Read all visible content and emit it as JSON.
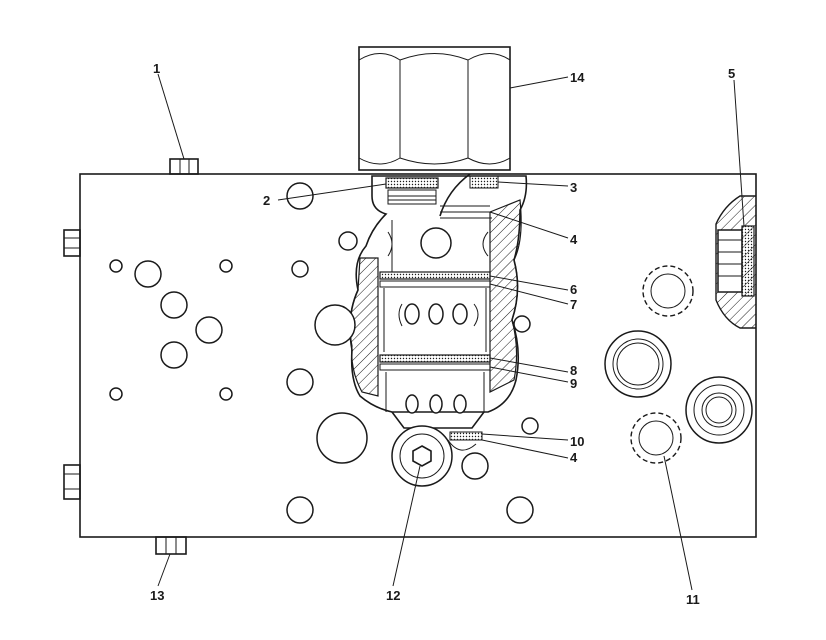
{
  "labels": {
    "l1": "1",
    "l2": "2",
    "l3": "3",
    "l4a": "4",
    "l4b": "4",
    "l5": "5",
    "l6": "6",
    "l7": "7",
    "l8": "8",
    "l9": "9",
    "l10": "10",
    "l11": "11",
    "l12": "12",
    "l13": "13",
    "l14": "14"
  }
}
